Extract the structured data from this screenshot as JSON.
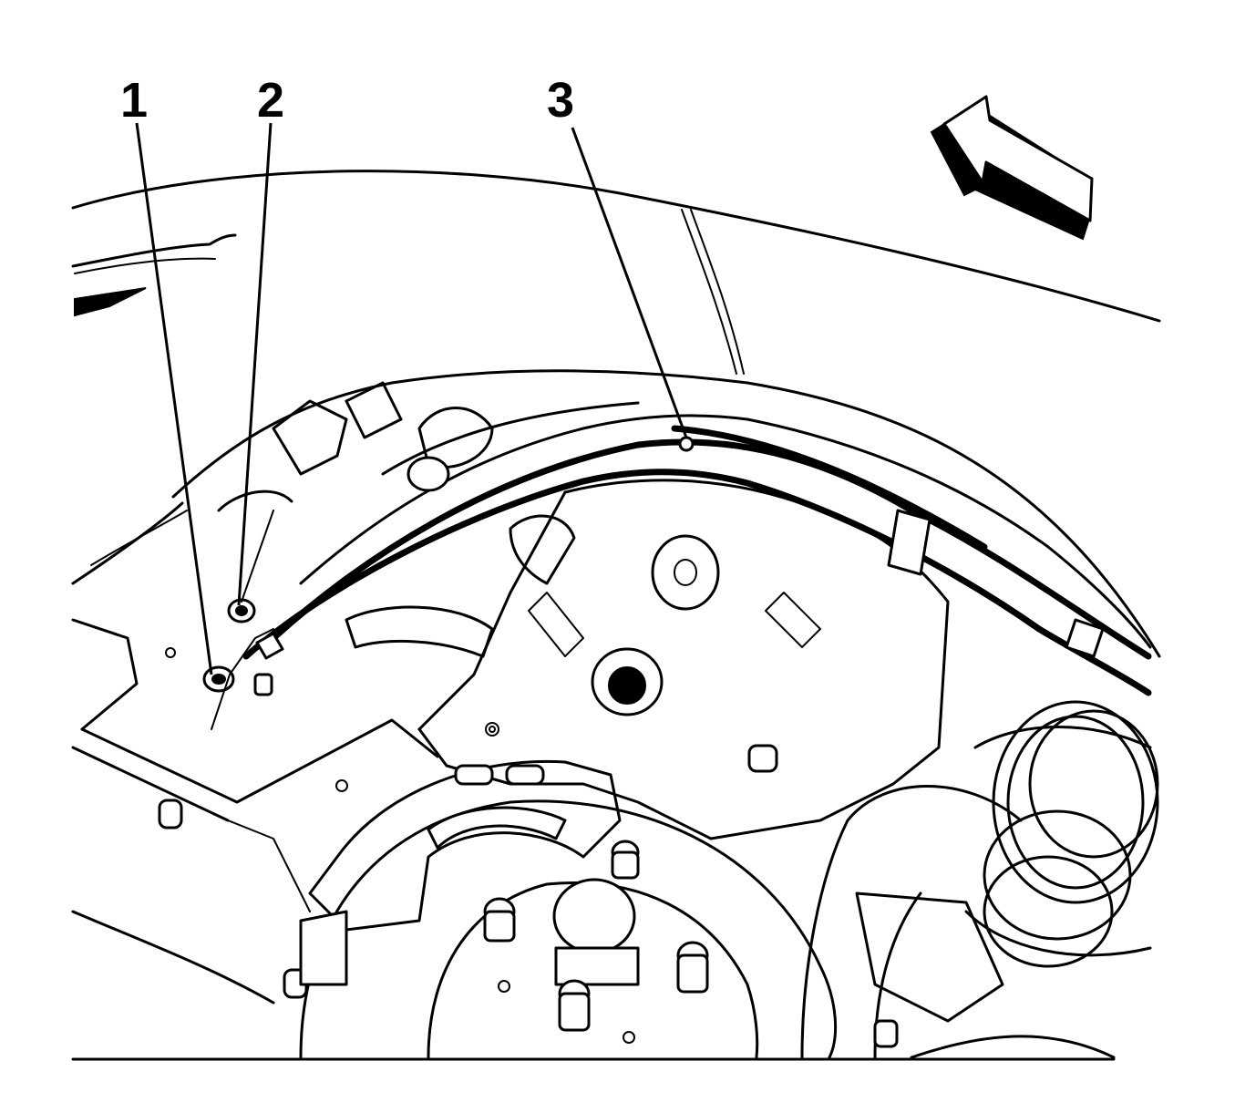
{
  "callouts": [
    {
      "id": "1",
      "label": "1"
    },
    {
      "id": "2",
      "label": "2"
    },
    {
      "id": "3",
      "label": "3"
    }
  ],
  "direction_arrow": {
    "icon": "direction-arrow-icon"
  }
}
